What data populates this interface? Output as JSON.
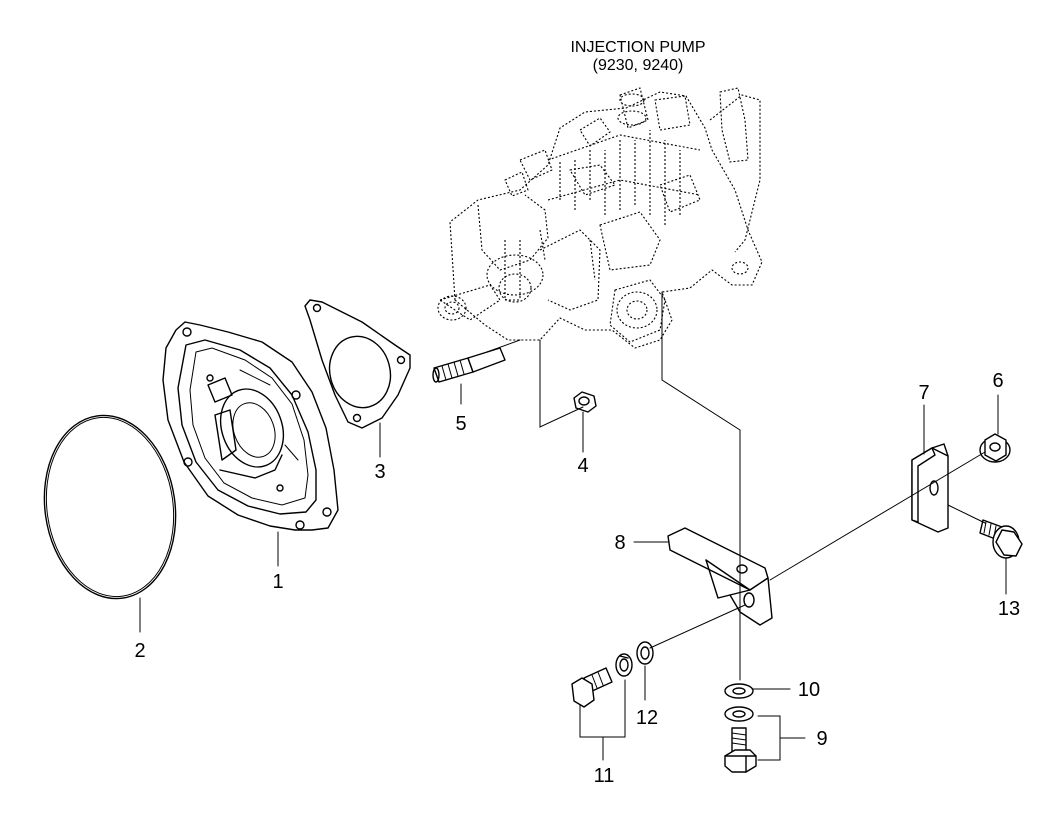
{
  "title": {
    "line1": "INJECTION PUMP",
    "line2": "(9230, 9240)"
  },
  "callouts": {
    "c1": "1",
    "c2": "2",
    "c3": "3",
    "c4": "4",
    "c5": "5",
    "c6": "6",
    "c7": "7",
    "c8": "8",
    "c9": "9",
    "c10": "10",
    "c11": "11",
    "c12": "12",
    "c13": "13"
  }
}
